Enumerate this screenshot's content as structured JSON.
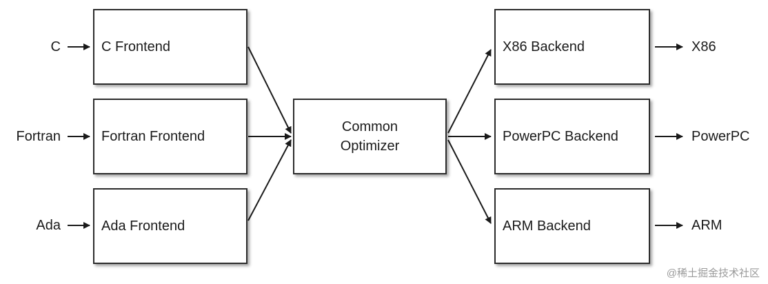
{
  "inputs": [
    "C",
    "Fortran",
    "Ada"
  ],
  "frontends": [
    "C Frontend",
    "Fortran Frontend",
    "Ada Frontend"
  ],
  "optimizer": "Common\nOptimizer",
  "backends": [
    "X86 Backend",
    "PowerPC Backend",
    "ARM Backend"
  ],
  "outputs": [
    "X86",
    "PowerPC",
    "ARM"
  ],
  "watermark": "@稀土掘金技术社区"
}
